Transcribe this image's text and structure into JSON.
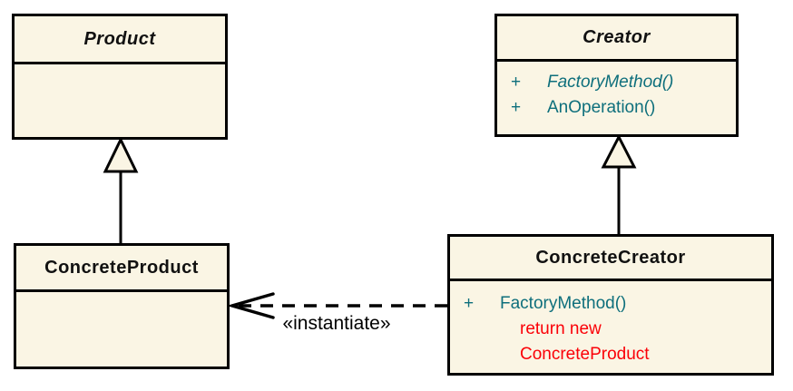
{
  "diagram_type": "uml-class-diagram",
  "colors": {
    "box_fill": "#FAF5E4",
    "border": "#000000",
    "method_teal": "#0E6F7C",
    "code_red": "#FB0007",
    "title_text": "#111111"
  },
  "classes": {
    "product": {
      "name": "Product",
      "abstract": true,
      "methods": []
    },
    "creator": {
      "name": "Creator",
      "abstract": true,
      "methods": [
        {
          "visibility": "+",
          "label": "FactoryMethod()",
          "abstract": true
        },
        {
          "visibility": "+",
          "label": "AnOperation()",
          "abstract": false
        }
      ]
    },
    "concrete_product": {
      "name": "ConcreteProduct",
      "abstract": false,
      "methods": []
    },
    "concrete_creator": {
      "name": "ConcreteCreator",
      "abstract": false,
      "methods": [
        {
          "visibility": "+",
          "label": "FactoryMethod()",
          "abstract": false
        }
      ],
      "note_lines": [
        "return new",
        "ConcreteProduct"
      ]
    }
  },
  "relationships": {
    "generalizations": [
      {
        "from": "ConcreteProduct",
        "to": "Product"
      },
      {
        "from": "ConcreteCreator",
        "to": "Creator"
      }
    ],
    "dependency": {
      "from": "ConcreteCreator",
      "to": "ConcreteProduct",
      "label": "«instantiate»"
    }
  }
}
